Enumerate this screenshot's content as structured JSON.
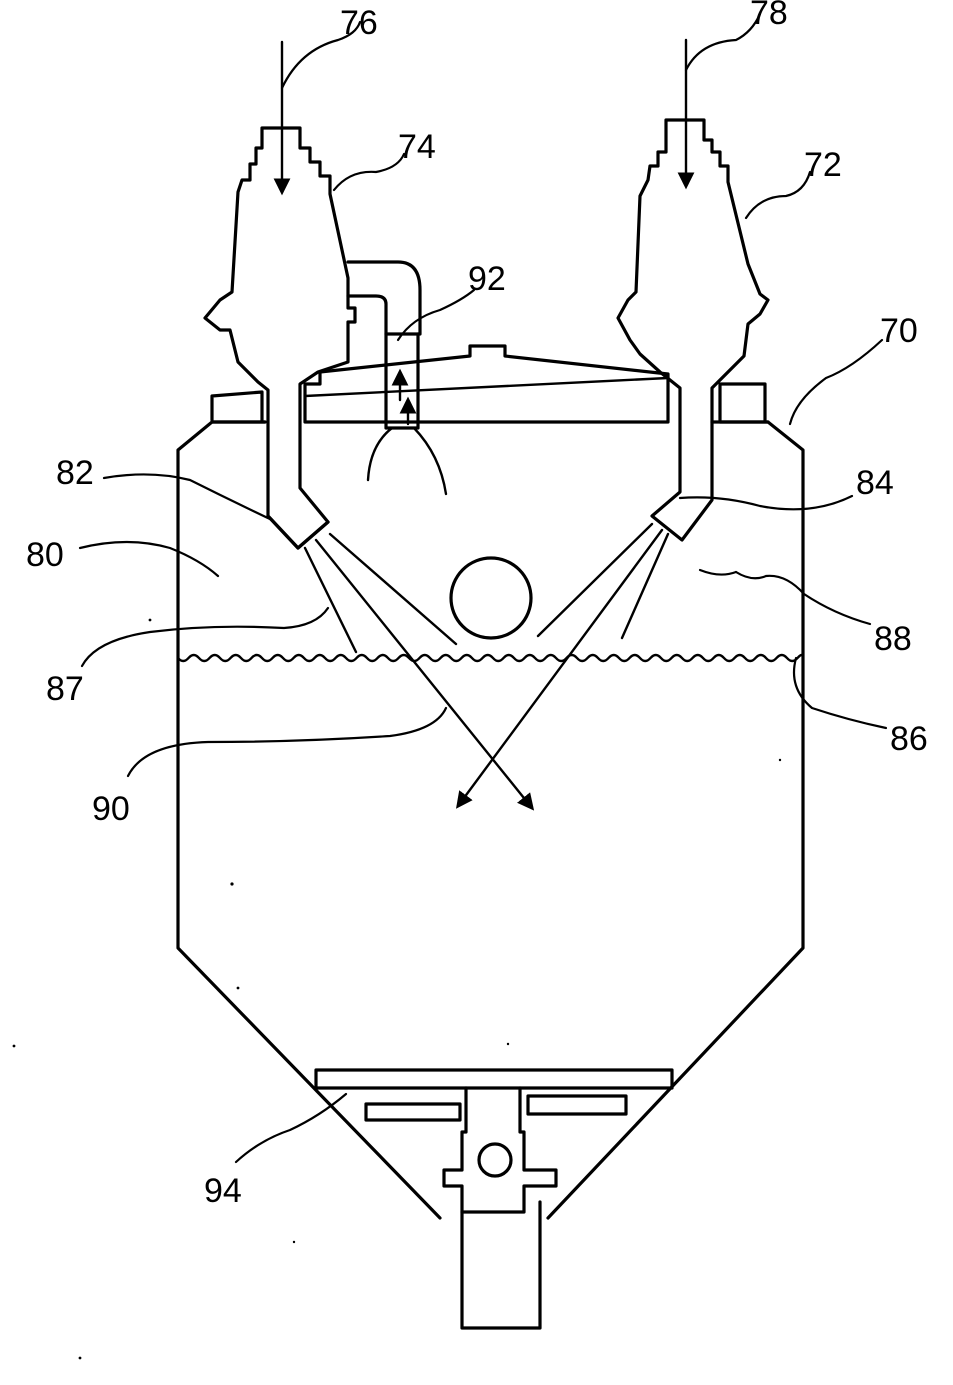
{
  "labels": {
    "l70": "70",
    "l72": "72",
    "l74": "74",
    "l76": "76",
    "l78": "78",
    "l80": "80",
    "l82": "82",
    "l84": "84",
    "l86": "86",
    "l87": "87",
    "l88": "88",
    "l90": "90",
    "l92": "92",
    "l94": "94"
  }
}
